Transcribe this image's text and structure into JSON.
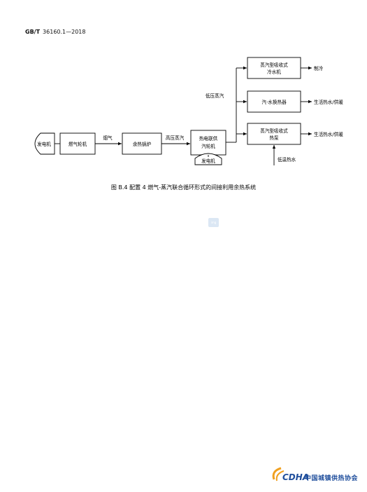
{
  "header": {
    "standard": "GB/T",
    "number": "36160.1—2018"
  },
  "diagram": {
    "generator_left": "发电机",
    "gas_turbine": "燃气轮机",
    "flue_gas": "烟气",
    "waste_heat_boiler": "余热锅炉",
    "high_pressure_steam": "高压蒸汽",
    "chp_turbine_line1": "热电联供",
    "chp_turbine_line2": "汽轮机",
    "generator_bottom": "发电机",
    "low_pressure_steam": "低压蒸汽",
    "absorption_chiller_line1": "蒸汽型吸收式",
    "absorption_chiller_line2": "冷水机",
    "refrigeration": "制冷",
    "steam_water_exchanger": "汽-水换热器",
    "hot_water_heating_1": "生活热水/供暖",
    "absorption_heat_pump_line1": "蒸汽型吸收式",
    "absorption_heat_pump_line2": "热泵",
    "hot_water_heating_2": "生活热水/供暖",
    "low_temp_hot_water": "低温热水"
  },
  "caption": "图 B.4   配置 4 燃气-蒸汽联合循环形式的间接利用余热系统",
  "watermark": "img",
  "footer_logo": {
    "initials": "CDHA",
    "name": "中国城镇供热协会",
    "accent": "#f0a020",
    "brand": "#1f4e9c"
  }
}
